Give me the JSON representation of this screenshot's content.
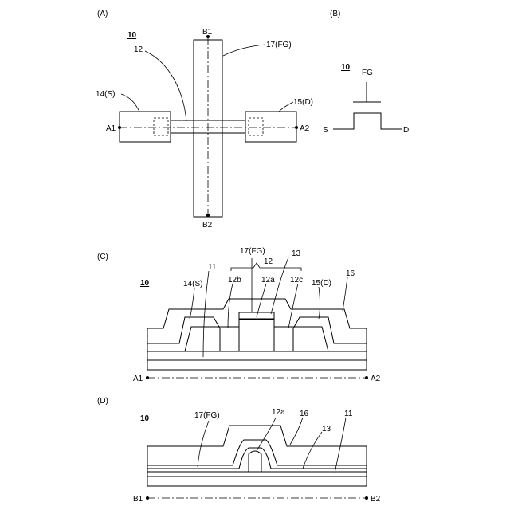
{
  "colors": {
    "ink": "#000000",
    "paper": "#ffffff"
  },
  "panel_a": {
    "label": "(A)",
    "ref": "10",
    "semiconductor_label": "12",
    "source_label": "14(S)",
    "drain_label": "15(D)",
    "gate_label": "17(FG)",
    "a1": "A1",
    "a2": "A2",
    "b1": "B1",
    "b2": "B2"
  },
  "panel_b": {
    "label": "(B)",
    "ref": "10",
    "gate": "FG",
    "source": "S",
    "drain": "D"
  },
  "panel_c": {
    "label": "(C)",
    "ref": "10",
    "gate_label": "17(FG)",
    "semiconductor_label": "12",
    "insulator_label": "13",
    "region_b": "12b",
    "region_a": "12a",
    "region_c": "12c",
    "source_label": "14(S)",
    "drain_label": "15(D)",
    "top_layer": "16",
    "base_layer": "11",
    "a1": "A1",
    "a2": "A2"
  },
  "panel_d": {
    "label": "(D)",
    "ref": "10",
    "gate_label": "17(FG)",
    "region_a": "12a",
    "top_layer": "16",
    "base_layer": "11",
    "insulator_label": "13",
    "b1": "B1",
    "b2": "B2"
  }
}
